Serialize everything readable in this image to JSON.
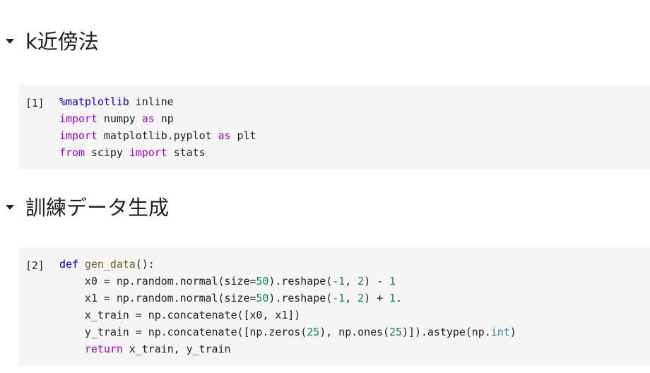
{
  "sections": [
    {
      "heading": "k近傍法",
      "toggle_icon": "caret-down-icon"
    },
    {
      "heading": "訓練データ生成",
      "toggle_icon": "caret-down-icon"
    }
  ],
  "cells": [
    {
      "exec_count": "[1]",
      "lines": [
        [
          {
            "t": "magic",
            "v": "%matplotlib"
          },
          {
            "t": "plain",
            "v": " inline"
          }
        ],
        [
          {
            "t": "kw",
            "v": "import"
          },
          {
            "t": "plain",
            "v": " numpy "
          },
          {
            "t": "kw",
            "v": "as"
          },
          {
            "t": "plain",
            "v": " np"
          }
        ],
        [
          {
            "t": "kw",
            "v": "import"
          },
          {
            "t": "plain",
            "v": " matplotlib.pyplot "
          },
          {
            "t": "kw",
            "v": "as"
          },
          {
            "t": "plain",
            "v": " plt"
          }
        ],
        [
          {
            "t": "kw",
            "v": "from"
          },
          {
            "t": "plain",
            "v": " scipy "
          },
          {
            "t": "kw",
            "v": "import"
          },
          {
            "t": "plain",
            "v": " stats"
          }
        ]
      ]
    },
    {
      "exec_count": "[2]",
      "lines": [
        [
          {
            "t": "def",
            "v": "def"
          },
          {
            "t": "plain",
            "v": " "
          },
          {
            "t": "fn",
            "v": "gen_data"
          },
          {
            "t": "plain",
            "v": "():"
          }
        ],
        [
          {
            "t": "plain",
            "v": "    x0 = np.random.normal(size="
          },
          {
            "t": "num",
            "v": "50"
          },
          {
            "t": "plain",
            "v": ").reshape("
          },
          {
            "t": "num",
            "v": "-1"
          },
          {
            "t": "plain",
            "v": ", "
          },
          {
            "t": "num",
            "v": "2"
          },
          {
            "t": "plain",
            "v": ") - "
          },
          {
            "t": "num",
            "v": "1"
          }
        ],
        [
          {
            "t": "plain",
            "v": "    x1 = np.random.normal(size="
          },
          {
            "t": "num",
            "v": "50"
          },
          {
            "t": "plain",
            "v": ").reshape("
          },
          {
            "t": "num",
            "v": "-1"
          },
          {
            "t": "plain",
            "v": ", "
          },
          {
            "t": "num",
            "v": "2"
          },
          {
            "t": "plain",
            "v": ") + "
          },
          {
            "t": "num",
            "v": "1"
          },
          {
            "t": "plain",
            "v": "."
          }
        ],
        [
          {
            "t": "plain",
            "v": "    x_train = np.concatenate([x0, x1])"
          }
        ],
        [
          {
            "t": "plain",
            "v": "    y_train = np.concatenate([np.zeros("
          },
          {
            "t": "num",
            "v": "25"
          },
          {
            "t": "plain",
            "v": "), np.ones("
          },
          {
            "t": "num",
            "v": "25"
          },
          {
            "t": "plain",
            "v": ")]).astype(np."
          },
          {
            "t": "builtin",
            "v": "int"
          },
          {
            "t": "plain",
            "v": ")"
          }
        ],
        [
          {
            "t": "plain",
            "v": "    "
          },
          {
            "t": "kw",
            "v": "return"
          },
          {
            "t": "plain",
            "v": " x_train, y_train"
          }
        ]
      ]
    }
  ],
  "colors": {
    "cell_background": "#f5f5f5",
    "keyword": "#af00db",
    "magic_def": "#0000ff",
    "function_name": "#795e26",
    "number": "#098658",
    "builtin": "#267f99",
    "text": "#212121"
  }
}
